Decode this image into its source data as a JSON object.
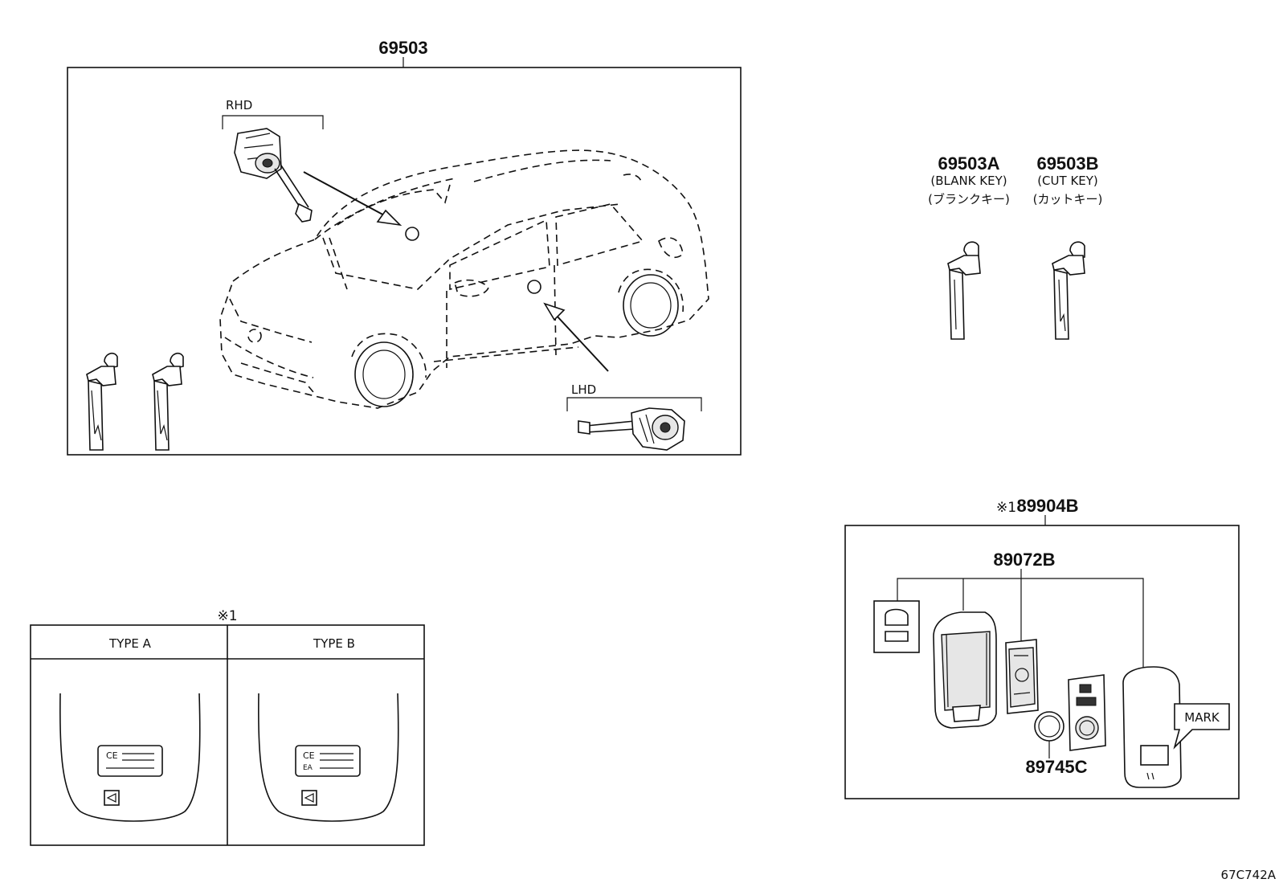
{
  "parts": {
    "main_assembly": "69503",
    "blank_key": {
      "number": "69503A",
      "en": "(BLANK KEY)",
      "jp": "(ブランクキー)"
    },
    "cut_key": {
      "number": "69503B",
      "en": "(CUT KEY)",
      "jp": "(カットキー)"
    },
    "transmitter": "89904B",
    "transmitter_note": "※1",
    "case": "89072B",
    "battery": "89745C"
  },
  "labels": {
    "rhd": "RHD",
    "lhd": "LHD",
    "mark": "MARK"
  },
  "type_table": {
    "note": "※1",
    "type_a": "TYPE A",
    "type_b": "TYPE B"
  },
  "figure_code": "67C742A"
}
